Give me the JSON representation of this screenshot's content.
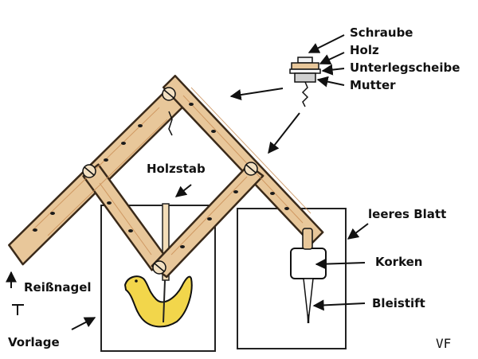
{
  "labels": {
    "screw": "Schraube",
    "wood": "Holz",
    "washer": "Unterlegscheibe",
    "nut": "Mutter",
    "wooden_rod": "Holzstab",
    "blank_sheet": "leeres Blatt",
    "cork": "Korken",
    "pencil": "Bleistift",
    "thumbtack": "Reißnagel",
    "template": "Vorlage"
  },
  "signature": "VF",
  "colors": {
    "wood": "#e8c79a",
    "wood_edge": "#3a2a1a",
    "bird": "#f2d64b",
    "ink": "#111111",
    "paper": "#ffffff"
  }
}
